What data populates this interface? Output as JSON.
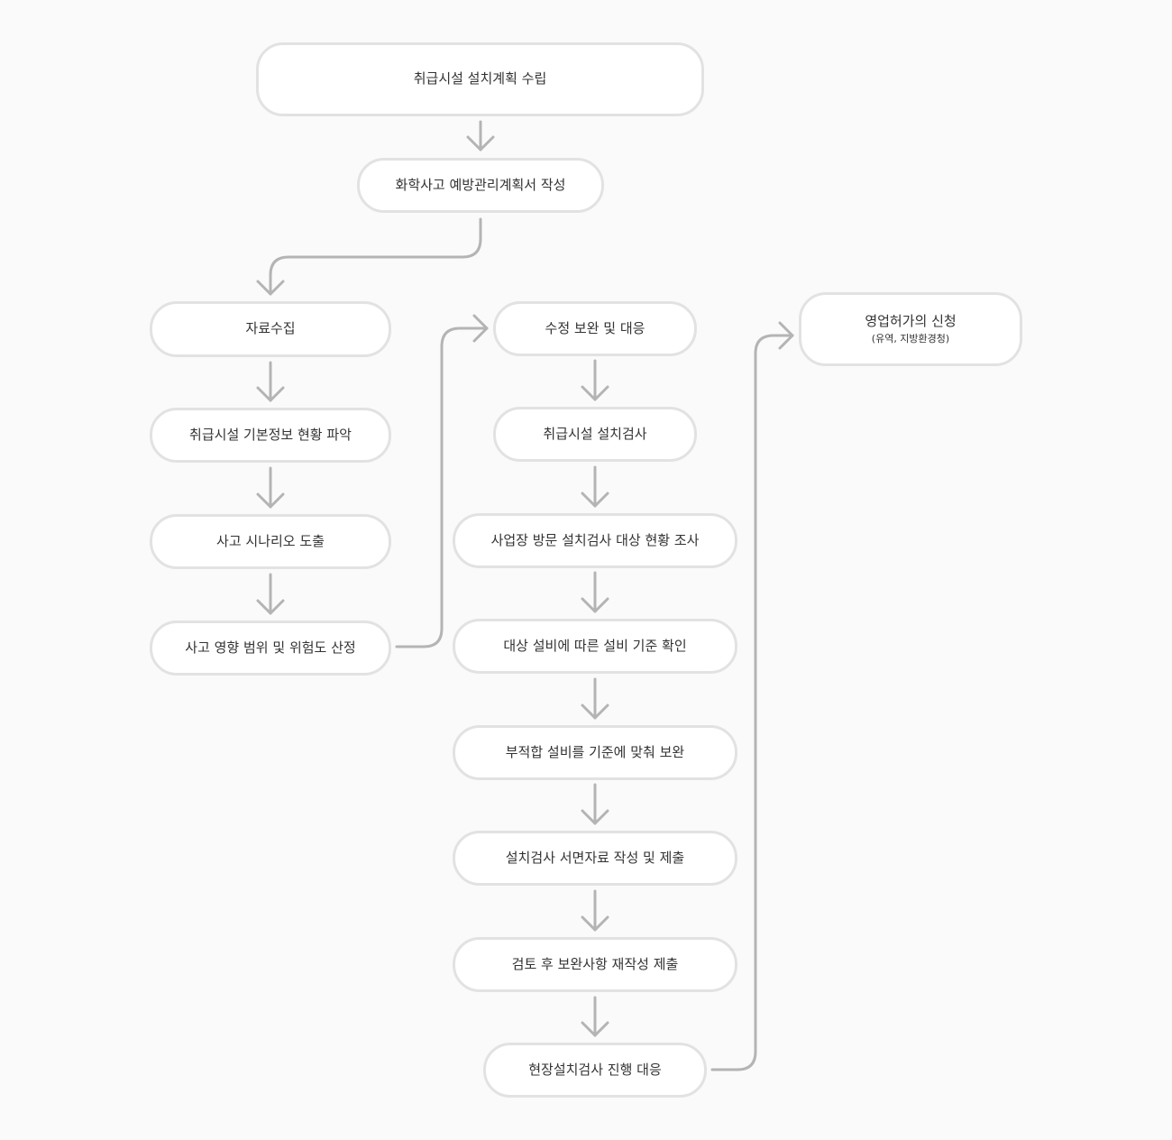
{
  "flowchart": {
    "nodes": {
      "plan": "취급시설 설치계획 수립",
      "prevention_plan": "화학사고 예방관리계획서 작성",
      "data_collection": "자료수집",
      "facility_info": "취급시설 기본정보 현황 파악",
      "scenario": "사고 시나리오 도출",
      "impact_range": "사고 영향 범위 및 위험도 산정",
      "revise": "수정 보완 및 대응",
      "install_inspection": "취급시설 설치검사",
      "site_visit": "사업장 방문 설치검사 대상 현황 조사",
      "standard_check": "대상 설비에 따른 설비 기준 확인",
      "nonconforming": "부적합 설비를 기준에 맞춰 보완",
      "documents": "설치검사 서면자료 작성 및 제출",
      "resubmit": "검토 후 보완사항 재작성 제출",
      "onsite_inspection": "현장설치검사 진행 대응",
      "business_permit": "영업허가의 신청",
      "business_permit_sub": "(유역, 지방환경청)"
    },
    "colors": {
      "background": "#fafafa",
      "node_fill": "#ffffff",
      "node_border": "#e2e2e2",
      "connector": "#b4b4b4",
      "text": "#333333"
    }
  }
}
